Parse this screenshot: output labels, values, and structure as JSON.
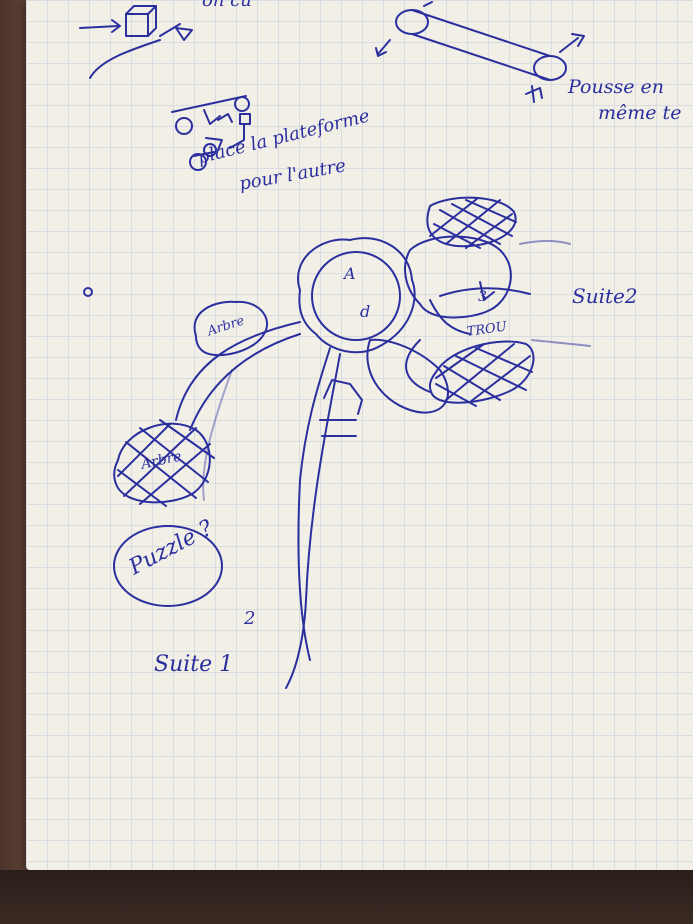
{
  "notes": {
    "top_cut": "on cu",
    "pousse_line1": "Pousse en",
    "pousse_line2": "même te",
    "place_line1": "place la plateforme",
    "place_line2": "pour l'autre",
    "suite2": "Suite2",
    "suite1": "Suite 1",
    "suite1_sup": "2",
    "puzzle": "Puzzle ?",
    "arbre_top": "Arbre",
    "arbre_bottom": "Arbre",
    "trou": "TROU",
    "letter_a": "A",
    "letter_d": "d",
    "number_3": "3"
  },
  "colors": {
    "ink": "#2b2f9e",
    "paper": "#f2efe7",
    "grid": "#d9dde2",
    "table": "#5a3f33"
  }
}
